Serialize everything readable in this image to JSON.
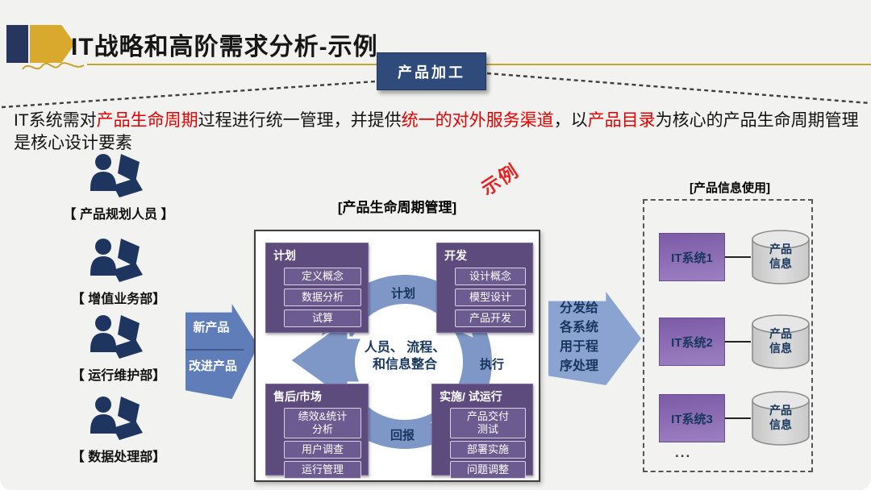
{
  "colors": {
    "accent_gold": "#c9a22b",
    "navy": "#2f4b7c",
    "highlight_red": "#e60000",
    "quadrant_purple": "#5d4b7d",
    "system_purple": "#8a68af",
    "ring_periwinkle": "#7e97c6",
    "arrow_blue": "#5f7db8",
    "arrow_light_blue": "#8aa3d0"
  },
  "header": {
    "title": "IT战略和高阶需求分析-示例",
    "badge": "产品加工"
  },
  "intro": {
    "segments": [
      {
        "t": "IT系统需对",
        "red": false
      },
      {
        "t": "产品生命周期",
        "red": true
      },
      {
        "t": "过程进行统一管理，并提供",
        "red": false
      },
      {
        "t": "统一的对外服务渠道",
        "red": true
      },
      {
        "t": "，以",
        "red": false
      },
      {
        "t": "产品目录",
        "red": true
      },
      {
        "t": "为核心的产品生命周期管理是核心设计要素",
        "red": false
      }
    ]
  },
  "stamp": "示例",
  "roles": [
    {
      "label": "【 产品规划人员 】"
    },
    {
      "label": "【 增值业务部】"
    },
    {
      "label": "【 运行维护部】"
    },
    {
      "label": "【 数据处理部】"
    }
  ],
  "input_arrow": {
    "lines": [
      "新产品",
      "改进产品"
    ]
  },
  "lifecycle": {
    "title": "[产品生命周期管理]",
    "quadrants": [
      {
        "name": "计划",
        "items": [
          "定义概念",
          "数据分析",
          "试算"
        ]
      },
      {
        "name": "开发",
        "items": [
          "设计概念",
          "模型设计",
          "产品开发"
        ]
      },
      {
        "name": "售后/市场",
        "items": [
          "绩效&统计\n分析",
          "用户调查",
          "运行管理"
        ]
      },
      {
        "name": "实施/ 试运行",
        "items": [
          "产品交付\n测试",
          "部署实施",
          "问题调整"
        ]
      }
    ],
    "ring_labels": {
      "top": "计划",
      "right": "执行",
      "bottom": "回报"
    },
    "center": "人员、 流程、\n和信息整合"
  },
  "distribute_arrow": {
    "lines": [
      "分发给",
      "各系统",
      "用于程",
      "序处理"
    ]
  },
  "usage": {
    "title": "[产品信息使用]",
    "systems": [
      {
        "name": "IT系统1",
        "store": "产品\n信息"
      },
      {
        "name": "IT系统2",
        "store": "产品\n信息"
      },
      {
        "name": "IT系统3",
        "store": "产品\n信息"
      }
    ],
    "more": "..."
  }
}
